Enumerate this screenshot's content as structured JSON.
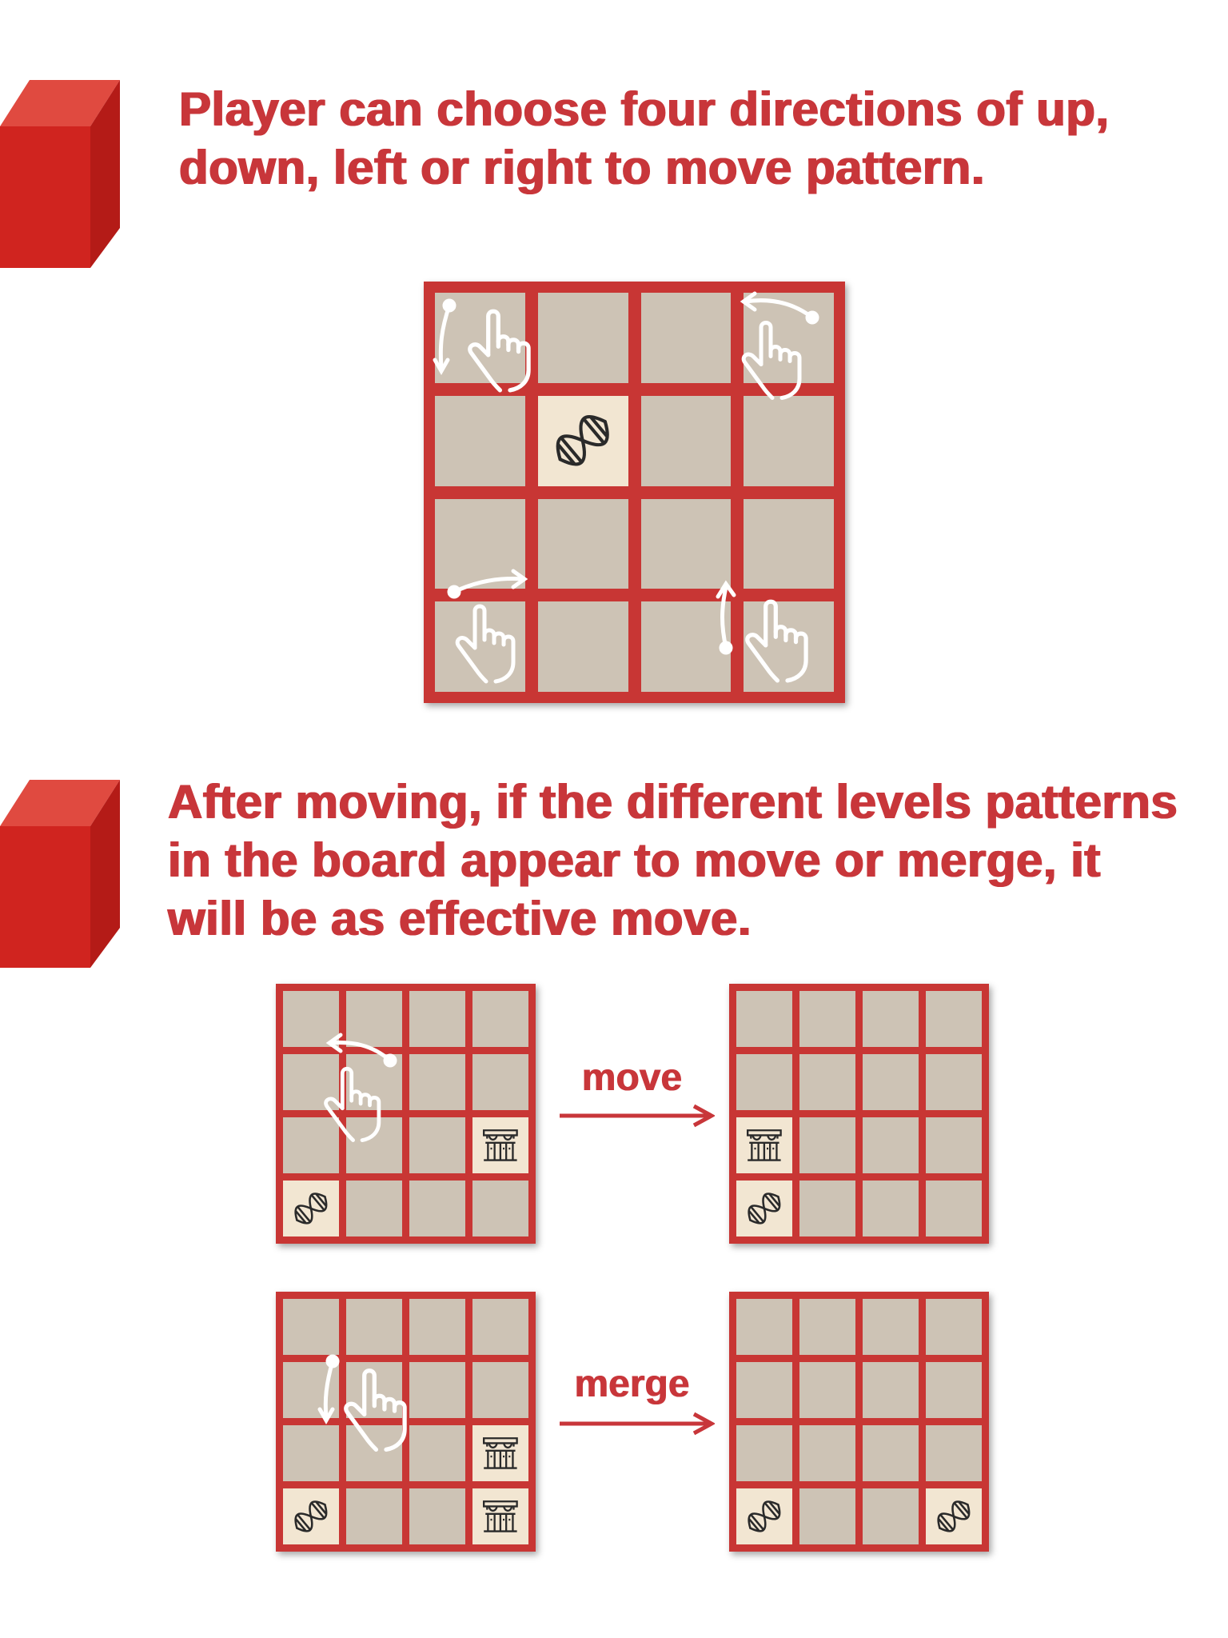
{
  "instructions": {
    "rule1": "Player can choose four directions of up,\ndown, left or right to move pattern.",
    "rule2": "After moving, if the different levels patterns\nin the board appear to move or merge, it\nwill be as effective move."
  },
  "operations": {
    "move_label": "move",
    "merge_label": "merge"
  },
  "icons": {
    "dna": "dna-icon",
    "building": "building-icon",
    "hand": "swipe-hand-icon"
  },
  "colors": {
    "accent": "#c8363a",
    "board_frame": "#c83634",
    "cell": "#cdc3b5",
    "tile": "#f2e6d2",
    "cube_front": "#d0241f",
    "cube_top": "#e04a40",
    "cube_side": "#b41b17"
  },
  "boards": {
    "directions": {
      "tiles": [
        {
          "cell": "1,1",
          "icon": "dna"
        }
      ]
    },
    "move_before": {
      "tiles": [
        {
          "cell": "2,3",
          "icon": "building"
        },
        {
          "cell": "3,0",
          "icon": "dna"
        }
      ]
    },
    "move_after": {
      "tiles": [
        {
          "cell": "2,0",
          "icon": "building"
        },
        {
          "cell": "3,0",
          "icon": "dna"
        }
      ]
    },
    "merge_before": {
      "tiles": [
        {
          "cell": "2,3",
          "icon": "building"
        },
        {
          "cell": "3,0",
          "icon": "dna"
        },
        {
          "cell": "3,3",
          "icon": "building"
        }
      ]
    },
    "merge_after": {
      "tiles": [
        {
          "cell": "3,0",
          "icon": "dna"
        },
        {
          "cell": "3,3",
          "icon": "dna"
        }
      ]
    }
  }
}
